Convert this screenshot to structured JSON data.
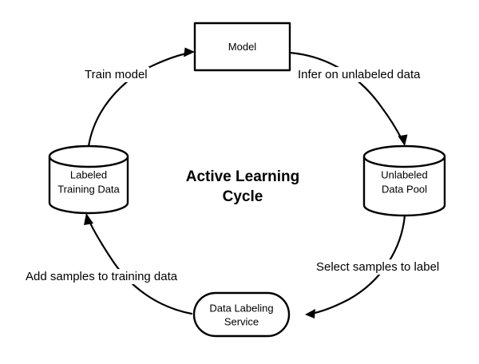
{
  "diagram": {
    "title": "Active Learning Cycle",
    "title_lines": [
      "Active Learning",
      "Cycle"
    ],
    "background_color": "#ffffff",
    "stroke_color": "#000000",
    "nodes": [
      {
        "id": "model",
        "shape": "rectangle",
        "label": "Model",
        "lines": [
          "Model"
        ]
      },
      {
        "id": "unlabeled-data-pool",
        "shape": "cylinder",
        "label": "Unlabeled Data Pool",
        "lines": [
          "Unlabeled",
          "Data Pool"
        ]
      },
      {
        "id": "data-labeling-service",
        "shape": "rounded-rectangle",
        "label": "Data Labeling Service",
        "lines": [
          "Data Labeling",
          "Service"
        ]
      },
      {
        "id": "labeled-training-data",
        "shape": "cylinder",
        "label": "Labeled Training Data",
        "lines": [
          "Labeled",
          "Training Data"
        ]
      }
    ],
    "edges": [
      {
        "id": "infer",
        "from": "model",
        "to": "unlabeled-data-pool",
        "label": "Infer on unlabeled data"
      },
      {
        "id": "select",
        "from": "unlabeled-data-pool",
        "to": "data-labeling-service",
        "label": "Select samples to label"
      },
      {
        "id": "add",
        "from": "data-labeling-service",
        "to": "labeled-training-data",
        "label": "Add samples to training data"
      },
      {
        "id": "train",
        "from": "labeled-training-data",
        "to": "model",
        "label": "Train model"
      }
    ]
  }
}
